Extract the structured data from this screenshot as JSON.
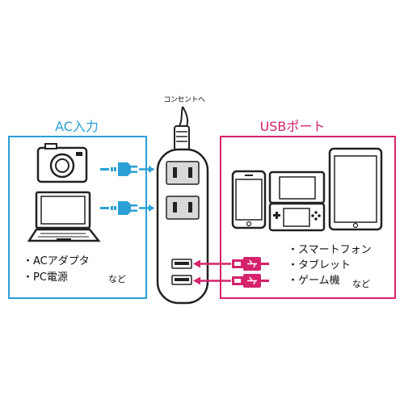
{
  "outlet_label": "コンセントへ",
  "ac_section": {
    "title": "AC入力",
    "color": "#2aa0d6",
    "items": [
      "・ACアダプタ",
      "・PC電源"
    ],
    "etc": "など",
    "icons": [
      "camera-icon",
      "laptop-icon"
    ]
  },
  "usb_section": {
    "title": "USBポート",
    "color": "#d4236b",
    "items": [
      "・スマートフォン",
      "・タブレット",
      "・ゲーム機"
    ],
    "etc": "など",
    "icons": [
      "smartphone-icon",
      "handheld-game-console-icon",
      "tablet-icon"
    ]
  },
  "power_strip": {
    "ac_outlets": 2,
    "usb_ports": 2
  }
}
